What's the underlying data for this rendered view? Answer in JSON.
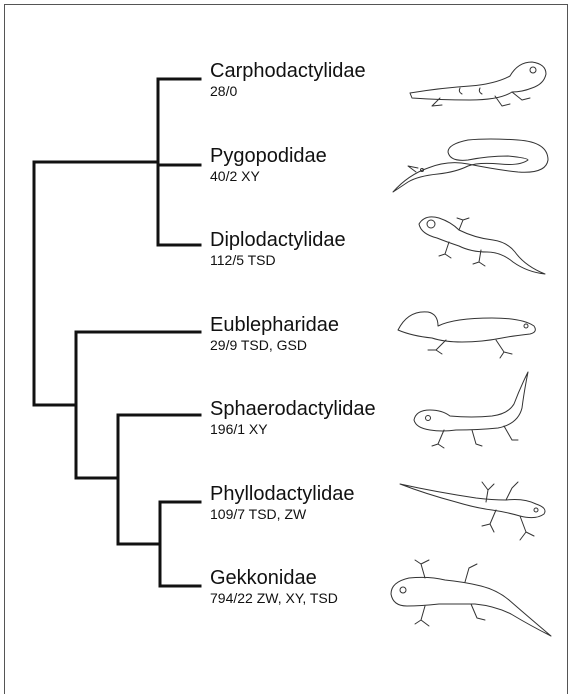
{
  "colors": {
    "line": "#111111",
    "text": "#111111",
    "frame": "#555555"
  },
  "taxa": [
    {
      "name": "Carphodactylidae",
      "stats": "28/0",
      "illustration": "carphodactylid-gecko-icon"
    },
    {
      "name": "Pygopodidae",
      "stats": "40/2  XY",
      "illustration": "pygopodid-legless-lizard-icon"
    },
    {
      "name": "Diplodactylidae",
      "stats": "112/5  TSD",
      "illustration": "diplodactylid-gecko-icon"
    },
    {
      "name": "Eublepharidae",
      "stats": "29/9  TSD, GSD",
      "illustration": "eublepharid-gecko-icon"
    },
    {
      "name": "Sphaerodactylidae",
      "stats": "196/1  XY",
      "illustration": "sphaerodactylid-gecko-icon"
    },
    {
      "name": "Phyllodactylidae",
      "stats": "109/7  TSD, ZW",
      "illustration": "phyllodactylid-gecko-icon"
    },
    {
      "name": "Gekkonidae",
      "stats": "794/22  ZW, XY, TSD",
      "illustration": "gekkonid-gecko-icon"
    }
  ]
}
